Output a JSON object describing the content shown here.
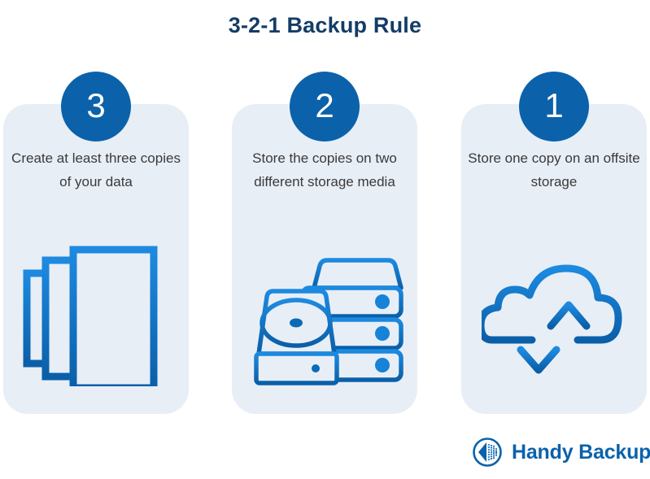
{
  "page": {
    "title": "3-2-1 Backup Rule",
    "background": "#ffffff"
  },
  "colors": {
    "title": "#133d66",
    "badge": "#0b62ab",
    "badge_text": "#ffffff",
    "card_bg": "#e8eef6",
    "caption_text": "#3a3a3a",
    "icon_blue_light": "#1683d8",
    "icon_blue_dark": "#0a5fa8",
    "logo_blue": "#0b62ab"
  },
  "cards": [
    {
      "number": "3",
      "badge_name": "badge-three",
      "caption": "Create at least three copies of your data",
      "icon": "three-copies-icon"
    },
    {
      "number": "2",
      "badge_name": "badge-two",
      "caption": "Store the copies on two different storage media",
      "icon": "storage-media-icon"
    },
    {
      "number": "1",
      "badge_name": "badge-one",
      "caption": "Store one copy on an offsite storage",
      "icon": "cloud-sync-icon"
    }
  ],
  "logo": {
    "mark": "handy-backup-logo-mark",
    "text": "Handy Backup"
  }
}
